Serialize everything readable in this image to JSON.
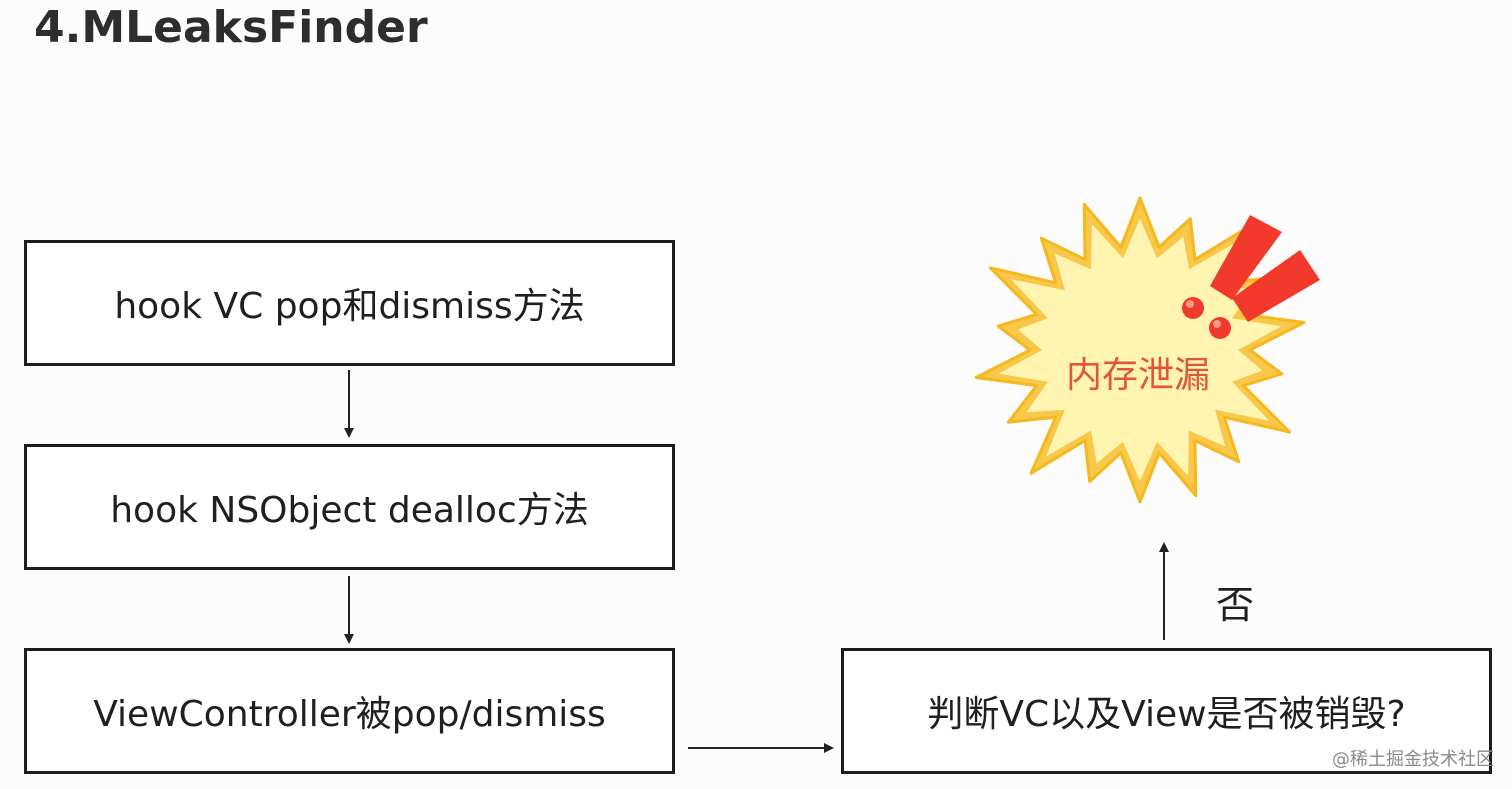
{
  "title": "4.MLeaksFinder",
  "steps": [
    "hook VC pop和dismiss方法",
    "hook NSObject dealloc方法",
    "ViewController被pop/dismiss"
  ],
  "decision": "判断VC以及View是否被销毁?",
  "branch_label": "否",
  "result": "内存泄漏",
  "watermark": "@稀土掘金技术社区",
  "colors": {
    "burst_fill": "#fff5b0",
    "burst_stroke": "#f5b81e",
    "exclaim": "#f23a2c",
    "result_text": "#e0553f"
  },
  "icons": {
    "burst": "explosion-burst-icon",
    "exclamation": "double-exclamation-icon"
  }
}
